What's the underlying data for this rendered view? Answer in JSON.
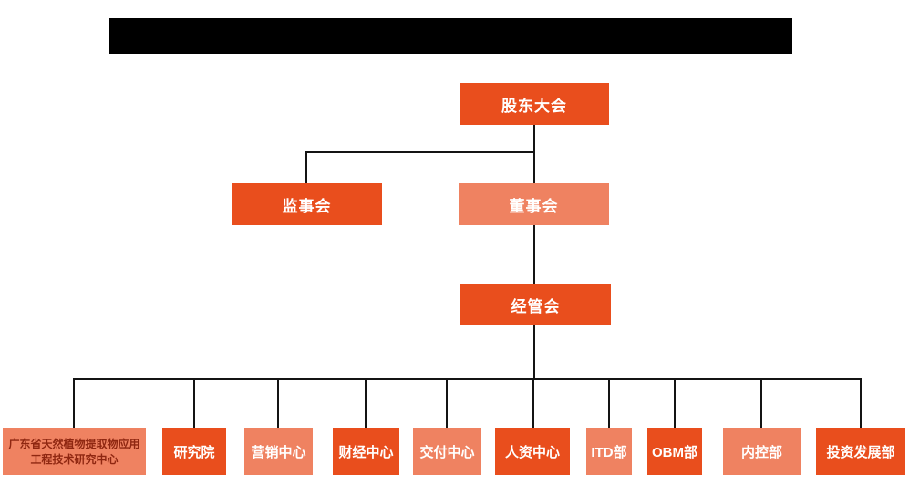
{
  "org": {
    "redacted_title": "",
    "colors": {
      "dark_orange": "#E94E1D",
      "light_orange": "#EF8261",
      "connector": "#141414",
      "long_dept_text": "#8F2711"
    },
    "nodes": {
      "shareholders": {
        "label": "股东大会"
      },
      "supervisory": {
        "label": "监事会"
      },
      "board": {
        "label": "董事会"
      },
      "management": {
        "label": "经管会"
      }
    },
    "departments": [
      {
        "label": "广东省天然植物提取物应用工程技术研究中心"
      },
      {
        "label": "研究院"
      },
      {
        "label": "营销中心"
      },
      {
        "label": "财经中心"
      },
      {
        "label": "交付中心"
      },
      {
        "label": "人资中心"
      },
      {
        "label": "ITD部"
      },
      {
        "label": "OBM部"
      },
      {
        "label": "内控部"
      },
      {
        "label": "投资发展部"
      }
    ]
  }
}
